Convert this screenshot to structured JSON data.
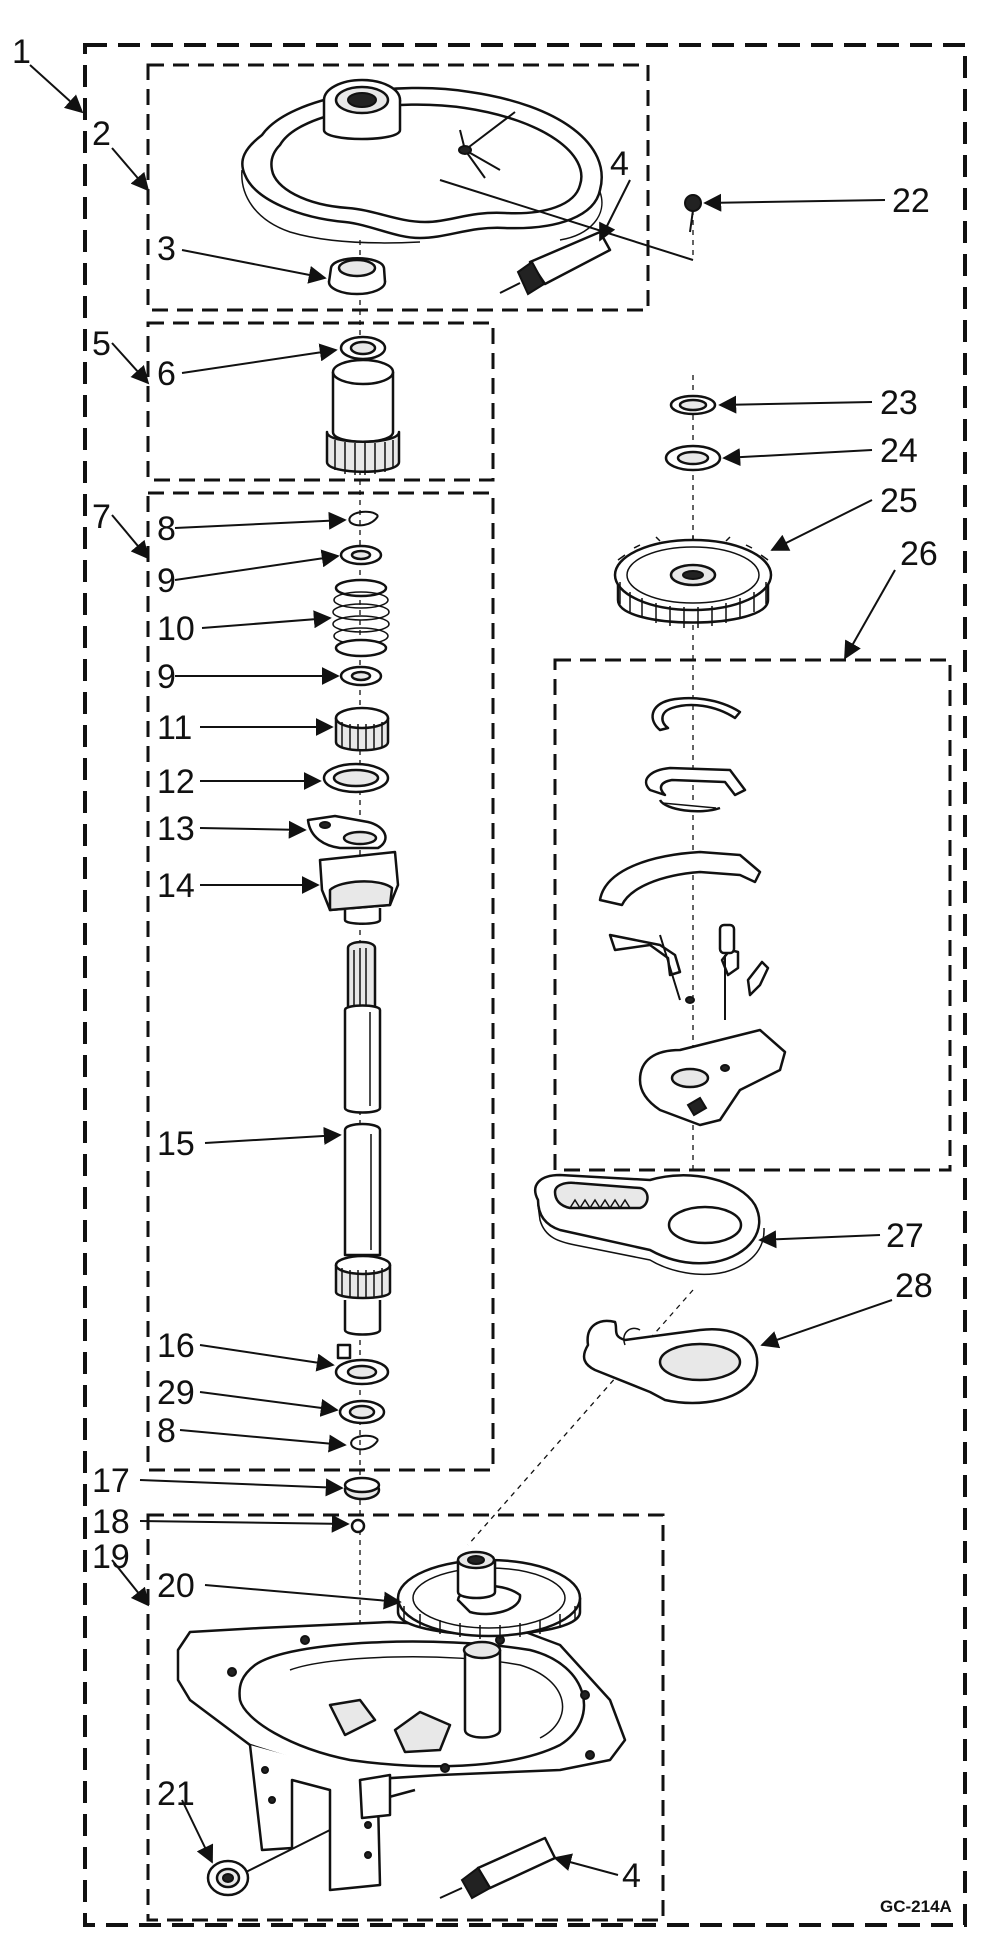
{
  "callouts": [
    "1",
    "2",
    "3",
    "4",
    "5",
    "6",
    "7",
    "8",
    "9",
    "10",
    "9",
    "11",
    "12",
    "13",
    "14",
    "15",
    "16",
    "29",
    "8",
    "17",
    "18",
    "19",
    "20",
    "21",
    "4",
    "22",
    "23",
    "24",
    "25",
    "26",
    "27",
    "28"
  ],
  "diagram_code": "GC-214A"
}
